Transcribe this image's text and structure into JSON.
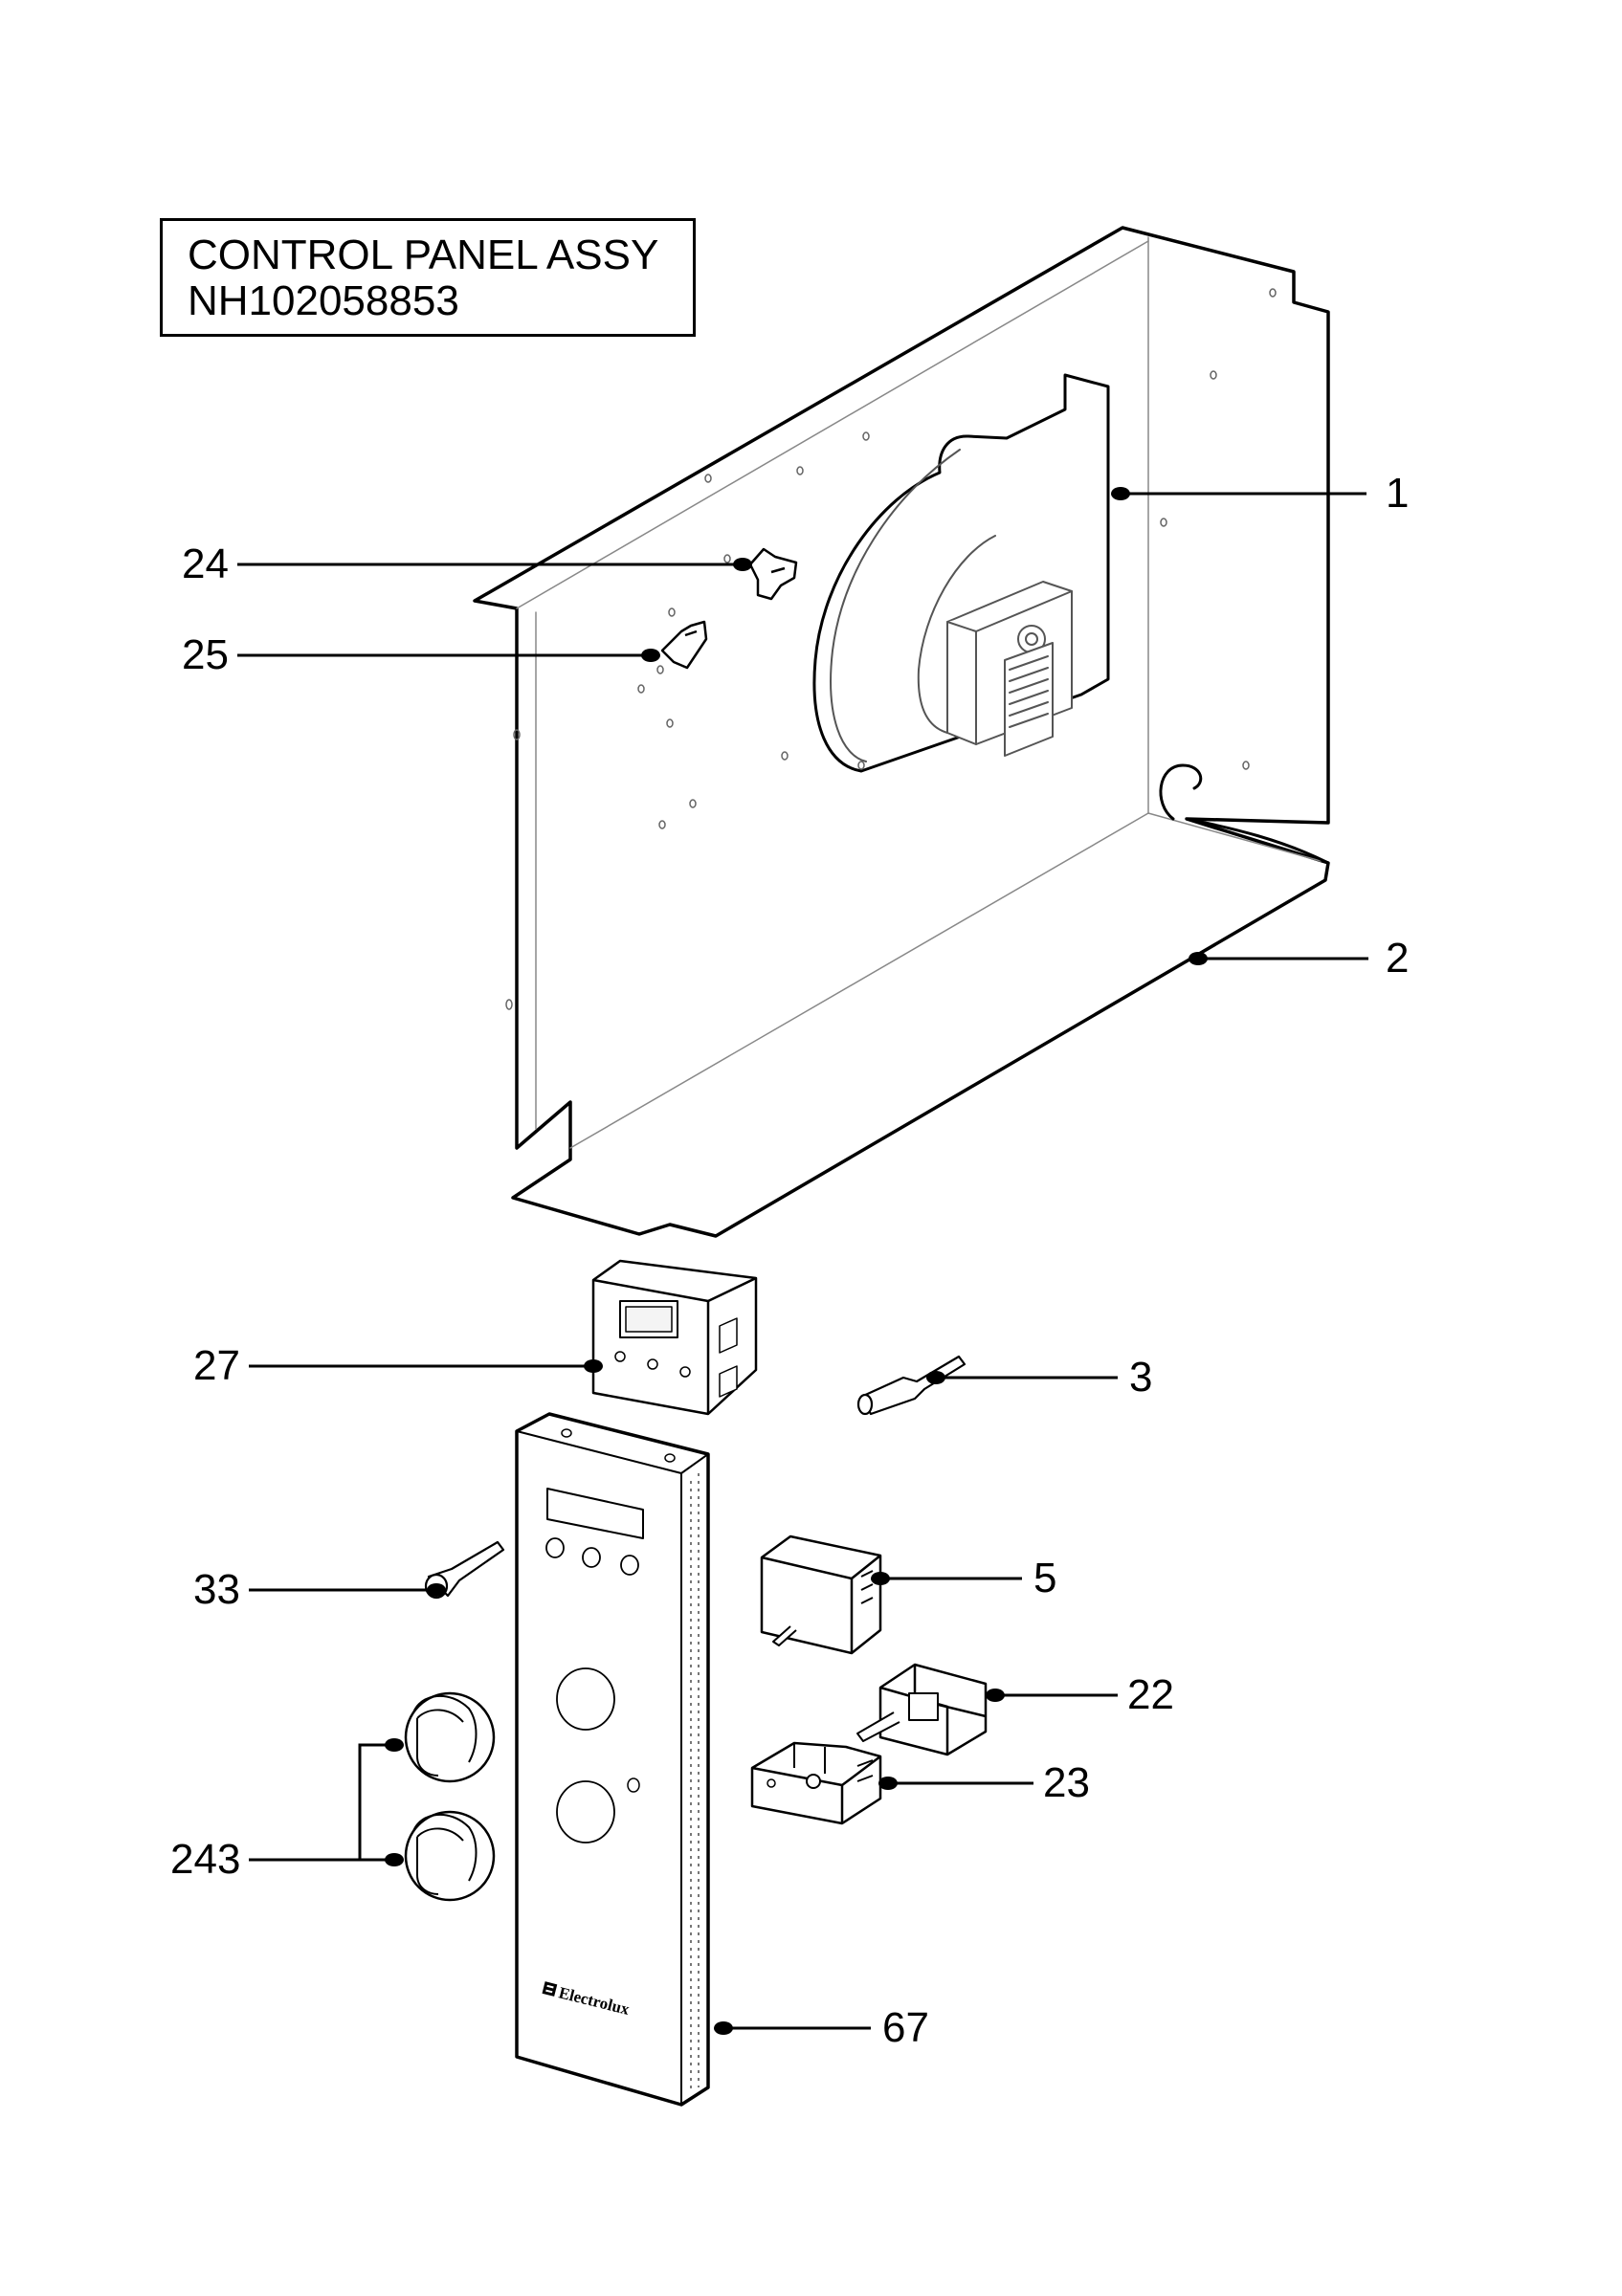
{
  "title": {
    "line1": "CONTROL PANEL ASSY",
    "line2": "NH102058853"
  },
  "brand_logo_text": "Electrolux",
  "callouts": [
    {
      "id": "1",
      "label": "1",
      "part": "control-panel-rear-frame"
    },
    {
      "id": "2",
      "label": "2",
      "part": "control-panel-base-plate"
    },
    {
      "id": "24",
      "label": "24",
      "part": "wire-clip-upper"
    },
    {
      "id": "25",
      "label": "25",
      "part": "wire-clip-lower"
    },
    {
      "id": "27",
      "label": "27",
      "part": "electronic-clock-timer"
    },
    {
      "id": "3",
      "label": "3",
      "part": "indicator-lamp"
    },
    {
      "id": "33",
      "label": "33",
      "part": "timer-push-button"
    },
    {
      "id": "5",
      "label": "5",
      "part": "energy-regulator"
    },
    {
      "id": "22",
      "label": "22",
      "part": "thermostat"
    },
    {
      "id": "23",
      "label": "23",
      "part": "selector-switch"
    },
    {
      "id": "243",
      "label": "243",
      "part": "control-knobs"
    },
    {
      "id": "67",
      "label": "67",
      "part": "front-control-panel"
    }
  ]
}
